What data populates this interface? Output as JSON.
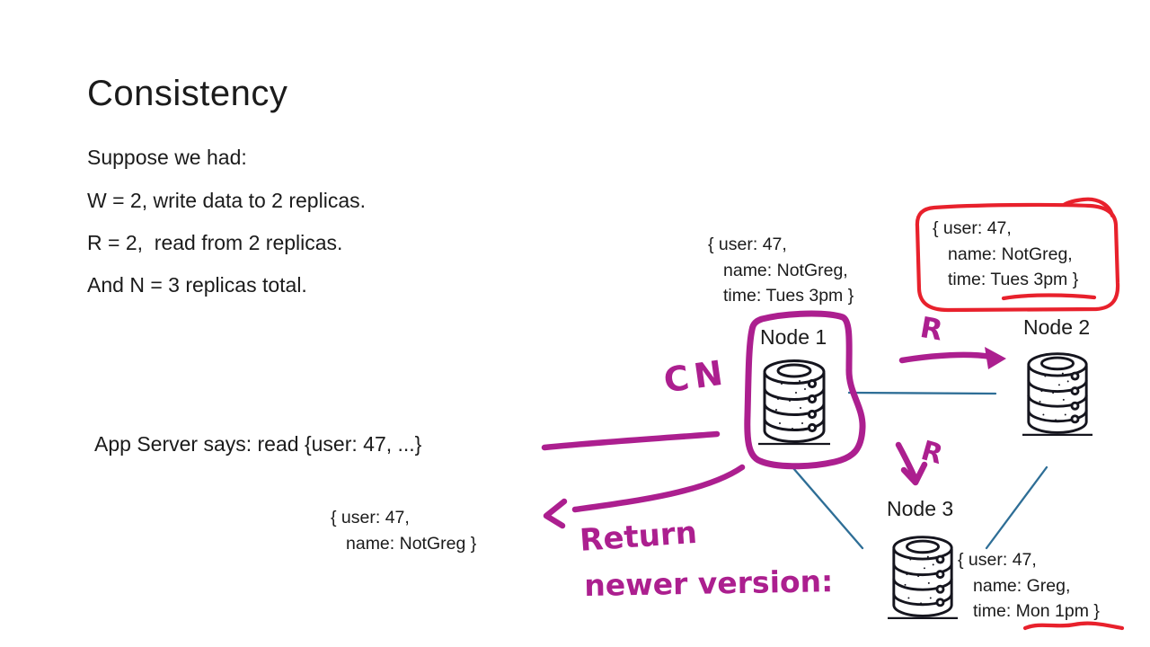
{
  "slide": {
    "title": "Consistency",
    "body_lines": [
      "Suppose we had:",
      "W = 2, write data to 2 replicas.",
      "R = 2,  read from 2 replicas.",
      "And N = 3 replicas total."
    ],
    "app_server_line": "App Server says: read {user: 47, ...}"
  },
  "nodes": {
    "node1": {
      "label": "Node 1",
      "record": [
        "{ user: 47,",
        "name: NotGreg,",
        "time: Tues 3pm }"
      ]
    },
    "node2": {
      "label": "Node 2",
      "record": [
        "{ user: 47,",
        "name: NotGreg,",
        "time: Tues 3pm }"
      ]
    },
    "node3": {
      "label": "Node 3",
      "record": [
        "{ user: 47,",
        "name: Greg,",
        "time: Mon 1pm }"
      ]
    }
  },
  "returned_record": [
    "{ user: 47,",
    "name: NotGreg }"
  ],
  "annotations": {
    "coordinator_label": "CN",
    "read_label_node2": "R",
    "read_label_node3": "R",
    "return_note_line1": "Return",
    "return_note_line2": "newer version:"
  },
  "colors": {
    "ink_magenta": "#AC1F8F",
    "ink_red": "#E8212C",
    "connector_blue": "#2E6E96",
    "text": "#1B1B1B",
    "background": "#FFFFFF"
  }
}
